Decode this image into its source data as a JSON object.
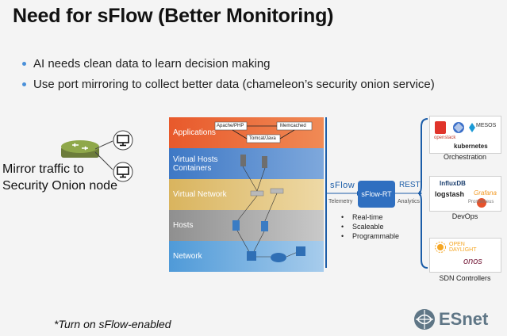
{
  "title": "Need for sFlow (Better Monitoring)",
  "bullets": [
    "AI needs clean data to learn decision making",
    "Use port mirroring to collect better data (chameleon’s security onion service)"
  ],
  "mirror_text": [
    "Mirror traffic to",
    "Security Onion node"
  ],
  "layers": [
    {
      "label": "Applications",
      "color": "#e8592b"
    },
    {
      "label": "Virtual Hosts\nContainers",
      "color": "#3e78c5"
    },
    {
      "label": "Virtual Network",
      "color": "#d9b45e"
    },
    {
      "label": "Hosts",
      "color": "#8f8f8f"
    },
    {
      "label": "Network",
      "color": "#4f9ad8"
    }
  ],
  "app_boxes": [
    "Apache/PHP",
    "Memcached",
    "Tomcat/Java"
  ],
  "sflow_label": "sFlow",
  "rest_label": "REST",
  "telemetry_label": "Telemetry",
  "analytics_label": "Analytics",
  "sflow_rt": "sFlow-RT",
  "features": [
    "Real-time",
    "Scaleable",
    "Programmable"
  ],
  "panels": [
    {
      "caption": "Orchestration",
      "logos": [
        "MESOS",
        "openstack",
        "kubernetes"
      ]
    },
    {
      "caption": "DevOps",
      "logos": [
        "InfluxDB",
        "logstash",
        "Grafana",
        "Prometheus"
      ]
    },
    {
      "caption": "SDN Controllers",
      "logos": [
        "OPEN",
        "DAYLIGHT",
        "onos"
      ]
    }
  ],
  "footnote": "*Turn on sFlow-enabled",
  "brand": "ESnet",
  "colors": {
    "accent": "#1c5da8",
    "bullet": "#4a90d9",
    "brand_gray": "#5f7686"
  }
}
